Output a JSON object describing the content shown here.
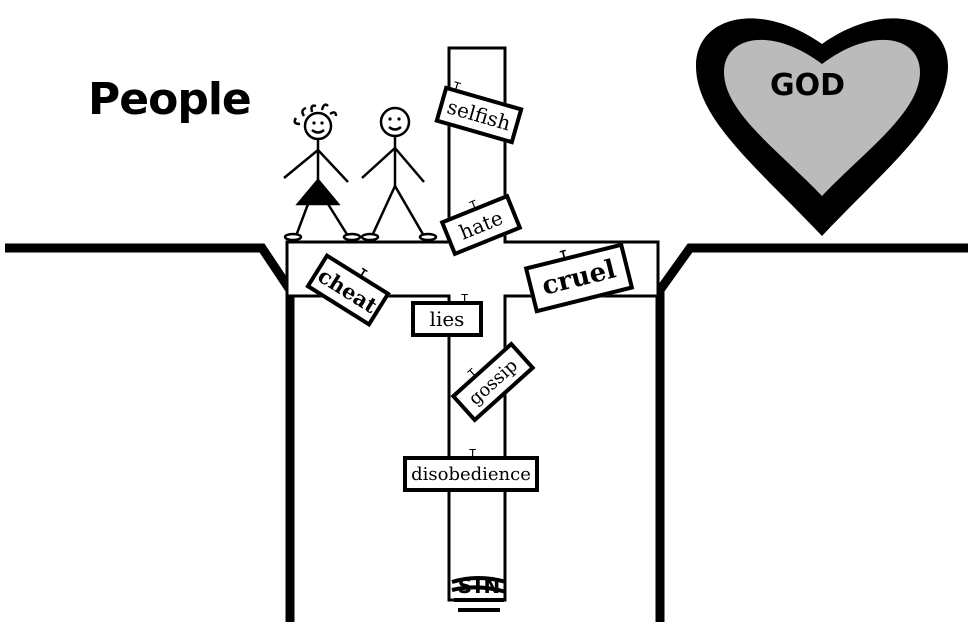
{
  "labels": {
    "people": "People",
    "god": "GOD",
    "sin": "SIN"
  },
  "signs": {
    "selfish": "selfish",
    "hate": "hate",
    "cheat": "cheat",
    "cruel": "cruel",
    "lies": "lies",
    "gossip": "gossip",
    "disobedience": "disobedience"
  },
  "colors": {
    "heart_outline": "#000000",
    "heart_fill": "#bbbbbb",
    "ink": "#000000",
    "background": "#ffffff"
  }
}
